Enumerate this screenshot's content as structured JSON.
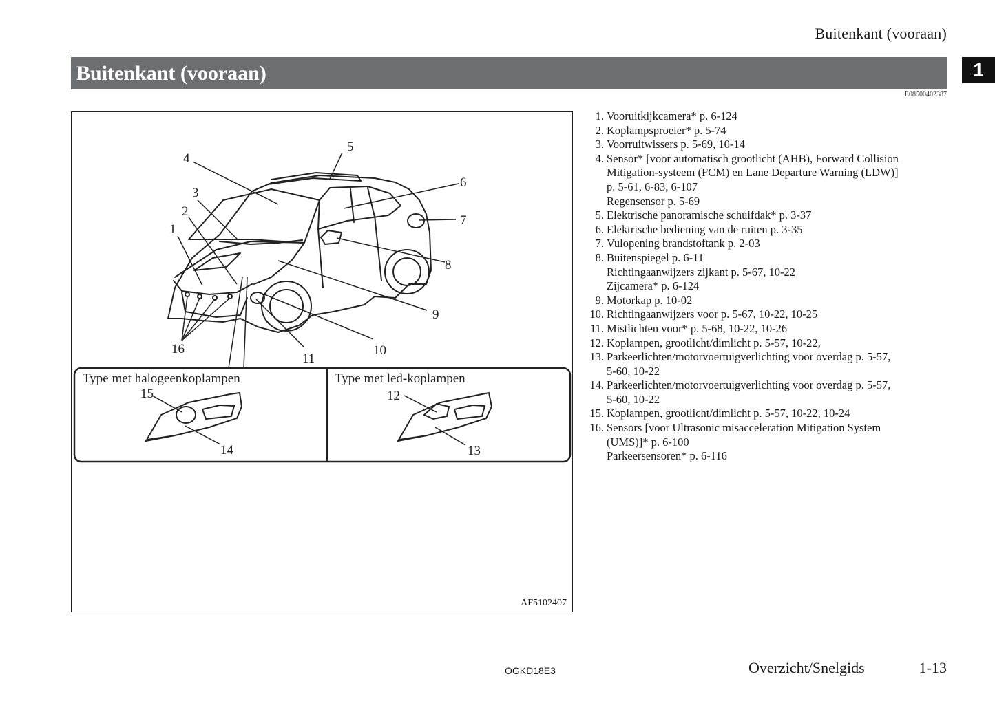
{
  "header": {
    "running_title": "Buitenkant (vooraan)",
    "section_title": "Buitenkant (vooraan)",
    "chapter_number": "1",
    "section_code": "E08500402387"
  },
  "figure": {
    "code": "AF5102407",
    "callouts": [
      "1",
      "2",
      "3",
      "4",
      "5",
      "6",
      "7",
      "8",
      "9",
      "10",
      "11",
      "16"
    ],
    "panels": [
      {
        "label": "Type met halogeenkoplampen",
        "callouts": [
          "15",
          "14"
        ]
      },
      {
        "label": "Type met led-koplampen",
        "callouts": [
          "12",
          "13"
        ]
      }
    ]
  },
  "items": [
    {
      "num": "1.",
      "lines": [
        "Vooruitkijkcamera* p. 6-124"
      ]
    },
    {
      "num": "2.",
      "lines": [
        "Koplampsproeier* p. 5-74"
      ]
    },
    {
      "num": "3.",
      "lines": [
        "Voorruitwissers p. 5-69, 10-14"
      ]
    },
    {
      "num": "4.",
      "lines": [
        "Sensor* [voor automatisch grootlicht (AHB), Forward Collision",
        "Mitigation-systeem (FCM) en Lane Departure Warning (LDW)]",
        "p. 5-61, 6-83, 6-107",
        "Regensensor p. 5-69"
      ]
    },
    {
      "num": "5.",
      "lines": [
        "Elektrische panoramische schuifdak* p. 3-37"
      ]
    },
    {
      "num": "6.",
      "lines": [
        "Elektrische bediening van de ruiten p. 3-35"
      ]
    },
    {
      "num": "7.",
      "lines": [
        "Vulopening brandstoftank p. 2-03"
      ]
    },
    {
      "num": "8.",
      "lines": [
        "Buitenspiegel p. 6-11",
        "Richtingaanwijzers zijkant p. 5-67, 10-22",
        "Zijcamera* p. 6-124"
      ]
    },
    {
      "num": "9.",
      "lines": [
        "Motorkap p. 10-02"
      ]
    },
    {
      "num": "10.",
      "lines": [
        "Richtingaanwijzers voor p. 5-67, 10-22, 10-25"
      ]
    },
    {
      "num": "11.",
      "lines": [
        "Mistlichten voor* p. 5-68, 10-22, 10-26"
      ]
    },
    {
      "num": "12.",
      "lines": [
        "Koplampen, grootlicht/dimlicht p. 5-57, 10-22,"
      ]
    },
    {
      "num": "13.",
      "lines": [
        "Parkeerlichten/motorvoertuigverlichting voor overdag p. 5-57,",
        "5-60, 10-22"
      ]
    },
    {
      "num": "14.",
      "lines": [
        "Parkeerlichten/motorvoertuigverlichting voor overdag p. 5-57,",
        "5-60, 10-22"
      ]
    },
    {
      "num": "15.",
      "lines": [
        "Koplampen, grootlicht/dimlicht p. 5-57, 10-22, 10-24"
      ]
    },
    {
      "num": "16.",
      "lines": [
        "Sensors [voor Ultrasonic misacceleration Mitigation System",
        "(UMS)]* p. 6-100",
        "Parkeersensoren* p. 6-116"
      ]
    }
  ],
  "footer": {
    "doc_id": "OGKD18E3",
    "section": "Overzicht/Snelgids",
    "page": "1-13"
  }
}
